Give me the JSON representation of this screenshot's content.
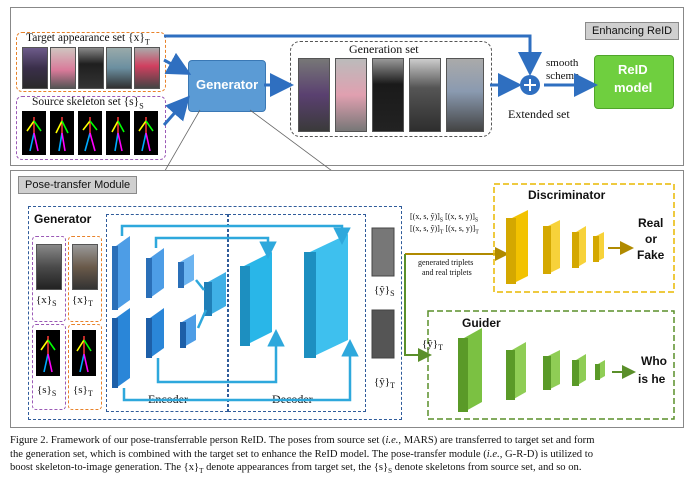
{
  "top": {
    "target_label": "Target appearance set {x}",
    "target_sub": "T",
    "source_label": "Source skeleton set {s}",
    "source_sub": "S",
    "generator": "Generator",
    "generation_set": "Generation set",
    "extended_set": "Extended set",
    "smooth": "smooth",
    "scheme": "scheme",
    "reid_line1": "ReID",
    "reid_line2": "model",
    "enhancing_tag": "Enhancing ReID"
  },
  "bottom": {
    "module_tag": "Pose-transfer Module",
    "generator_title": "Generator",
    "encoder": "Encoder",
    "decoder": "Decoder",
    "x_S": "{x}",
    "x_S_sub": "S",
    "x_T": "{x}",
    "x_T_sub": "T",
    "s_S": "{s}",
    "s_S_sub": "S",
    "s_T": "{s}",
    "s_T_sub": "T",
    "yhat_S": "{ŷ}",
    "yhat_S_sub": "S",
    "yhat_T": "{ŷ}",
    "yhat_T_sub": "T",
    "yhat_T2": "{ŷ}",
    "yhat_T2_sub": "T",
    "triplet_1a": "[(x, s, ŷ)]",
    "triplet_1a_sub": "S",
    "triplet_1b": "[(x, s, y)]",
    "triplet_1b_sub": "S",
    "triplet_2a": "[(x, s, ŷ)]",
    "triplet_2a_sub": "T",
    "triplet_2b": "[(x, s, y)]",
    "triplet_2b_sub": "T",
    "gen_triplets_1": "generated triplets",
    "gen_triplets_2": "and real triplets",
    "discriminator": "Discriminator",
    "real": "Real",
    "or": "or",
    "fake": "Fake",
    "guider": "Guider",
    "who": "Who",
    "is_he": "is he"
  },
  "caption": {
    "l1a": "Figure 2. Framework of our pose-transferrable person ReID. The poses from source set (",
    "l1b": "i.e.,",
    "l1c": " MARS) are transferred to target set and form",
    "l2": "the generation set, which is combined with the target set to enhance the ReID model. The pose-transfer module (",
    "l2b": "i.e.,",
    "l2c": " G-R-D) is utilized to",
    "l3a": "boost skeleton-to-image generation. The {x}",
    "l3a_sub": "T",
    "l3b": " denote appearances from target set, the {s}",
    "l3b_sub": "S",
    "l3c": " denote skeletons from source set, and so on."
  },
  "colors": {
    "blue_arrow": "#2f6fc0",
    "generator_box": "#5b9bd5",
    "reid_box": "#6fcf3f",
    "encoder_blue": "#2a86d8",
    "decoder_cyan": "#29b6e8",
    "disc_yellow": "#f2c200",
    "guider_green": "#7bc142",
    "orange_border": "#e8822a",
    "purple_border": "#9b59b6"
  }
}
